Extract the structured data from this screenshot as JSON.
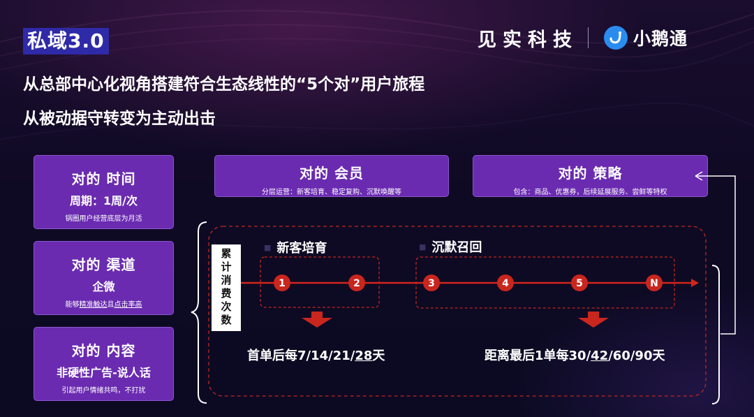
{
  "title_badge": "私域3.0",
  "headline": {
    "line1": "从总部中心化视角搭建符合生态线性的“5个对”用户旅程",
    "line2": "从被动据守转变为主动出击"
  },
  "brand": {
    "jianshi": "见实科技",
    "xiaoe": "小鹅通"
  },
  "left_cards": [
    {
      "title": "对的 时间",
      "subtitle": "周期：1周/次",
      "note": "锅圈用户经营底层为月活"
    },
    {
      "title": "对的 渠道",
      "subtitle": "企微",
      "note_pre": "能够",
      "note_u1": "精准触达",
      "note_mid": "且",
      "note_u2": "点击率高"
    },
    {
      "title": "对的 内容",
      "subtitle": "非硬性广告-说人话",
      "note": "引起用户情绪共鸣，不打扰"
    }
  ],
  "top_cards": [
    {
      "title": "对的 会员",
      "note": "分层运营：新客培育、稳定复购、沉默唤醒等"
    },
    {
      "title": "对的 策略",
      "note": "包含：商品、优惠券，后续延展服务、尝鲜等特权"
    }
  ],
  "vertical_label": "累计消费次数",
  "segments": {
    "new": "新客培育",
    "silent": "沉默召回"
  },
  "nodes": [
    "1",
    "2",
    "3",
    "4",
    "5",
    "N"
  ],
  "conditions": {
    "new_pre": "首单后每7/14/21/",
    "new_u": "28",
    "new_post": "天",
    "silent_pre": "距离最后1单每30/",
    "silent_u": "42",
    "silent_post": "/60/90天"
  },
  "colors": {
    "card": "#6a2bb0",
    "badge": "#2f2aa8",
    "node": "#c9261e",
    "line": "#d3241c",
    "dash": "#c0271f",
    "brand_icon": "#2b8cf0"
  }
}
